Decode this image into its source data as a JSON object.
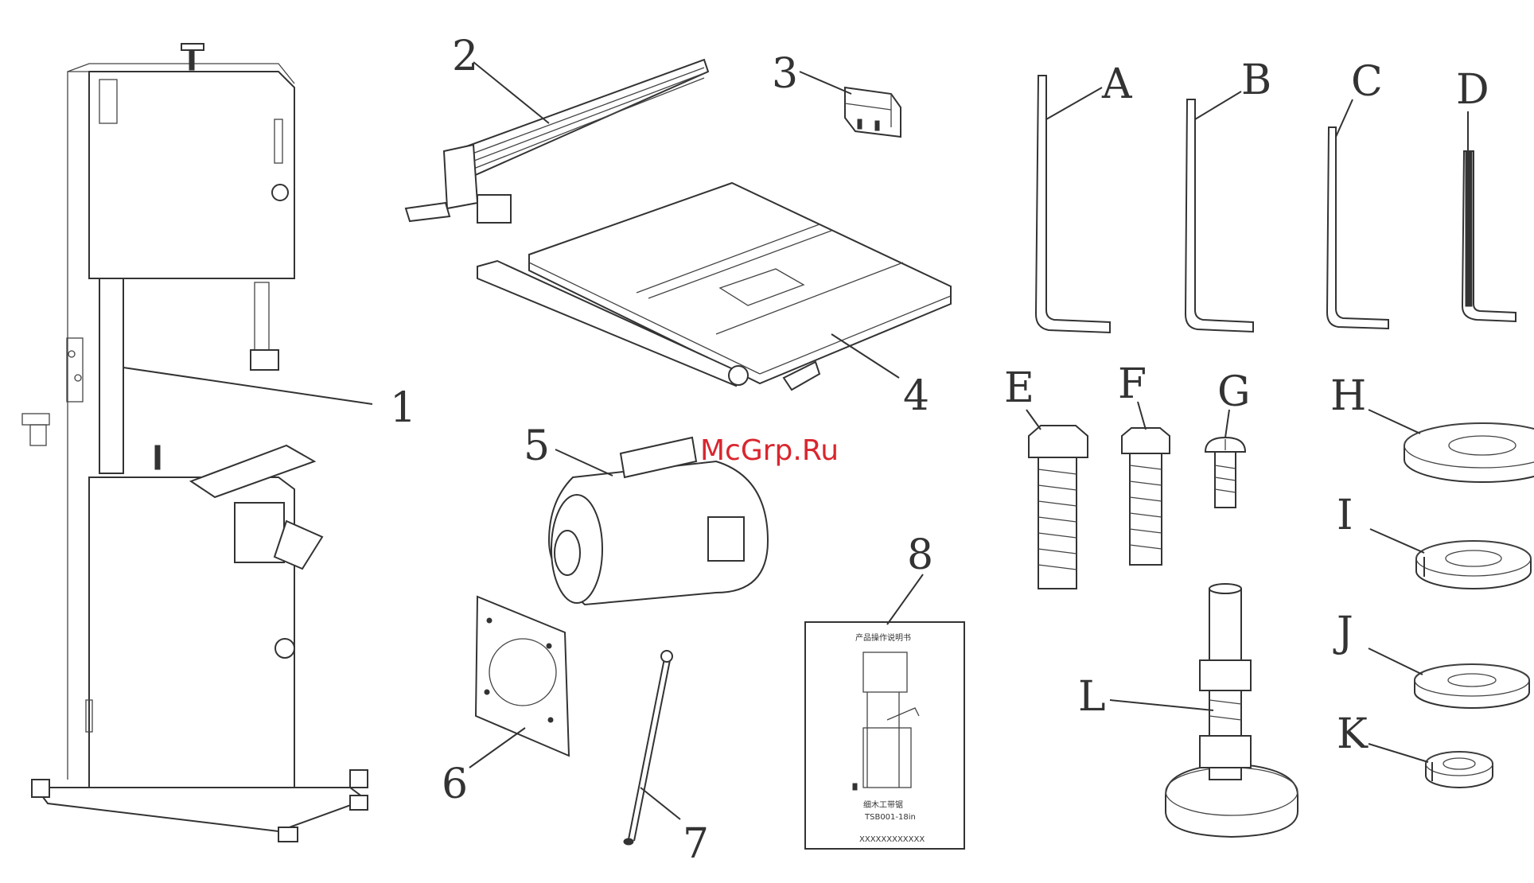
{
  "watermark": "McGrp.Ru",
  "parts": {
    "p1": "1",
    "p2": "2",
    "p3": "3",
    "p4": "4",
    "p5": "5",
    "p6": "6",
    "p7": "7",
    "p8": "8"
  },
  "hardware": {
    "A": "A",
    "B": "B",
    "C": "C",
    "D": "D",
    "E": "E",
    "F": "F",
    "G": "G",
    "H": "H",
    "I": "I",
    "J": "J",
    "K": "K",
    "L": "L"
  },
  "manual": {
    "header": "产品操作说明书",
    "subtitle": "细木工带锯",
    "model": "TSB001-18in",
    "footer": "XXXXXXXXXXXX"
  },
  "colors": {
    "line": "#333333",
    "watermark": "#d9262e"
  }
}
